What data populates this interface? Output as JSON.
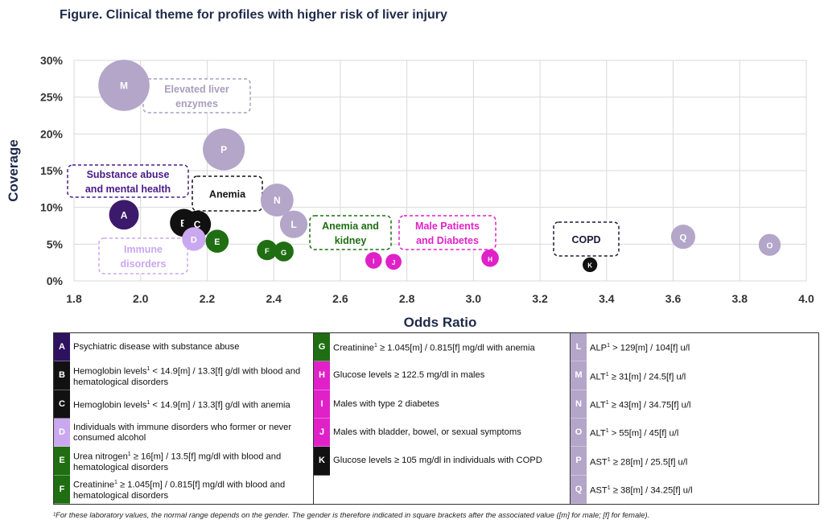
{
  "chart_data": {
    "type": "scatter",
    "title": "Figure. Clinical theme for profiles with higher risk of liver injury",
    "xlabel": "Odds Ratio",
    "ylabel": "Coverage",
    "xlim": [
      1.8,
      4.0
    ],
    "ylim": [
      0,
      30
    ],
    "xticks": [
      "1.8",
      "2.0",
      "2.2",
      "2.4",
      "2.6",
      "2.8",
      "3.0",
      "3.2",
      "3.4",
      "3.6",
      "3.8",
      "4.0"
    ],
    "yticks": [
      "0%",
      "5%",
      "10%",
      "15%",
      "20%",
      "25%",
      "30%"
    ],
    "grid": true,
    "points": [
      {
        "label": "A",
        "x": 1.95,
        "y": 9.0,
        "color": "#3c1a6b"
      },
      {
        "label": "B",
        "x": 2.13,
        "y": 7.9,
        "color": "#111111"
      },
      {
        "label": "C",
        "x": 2.17,
        "y": 7.7,
        "color": "#111111"
      },
      {
        "label": "D",
        "x": 2.16,
        "y": 5.7,
        "color": "#c9a8ef"
      },
      {
        "label": "E",
        "x": 2.23,
        "y": 5.4,
        "color": "#1f6e12"
      },
      {
        "label": "F",
        "x": 2.38,
        "y": 4.2,
        "color": "#1f6e12"
      },
      {
        "label": "G",
        "x": 2.43,
        "y": 4.0,
        "color": "#1f6e12"
      },
      {
        "label": "H",
        "x": 3.05,
        "y": 3.1,
        "color": "#e021c8"
      },
      {
        "label": "I",
        "x": 2.7,
        "y": 2.8,
        "color": "#e021c8"
      },
      {
        "label": "J",
        "x": 2.76,
        "y": 2.6,
        "color": "#e021c8"
      },
      {
        "label": "K",
        "x": 3.35,
        "y": 2.2,
        "color": "#111111"
      },
      {
        "label": "L",
        "x": 2.46,
        "y": 7.7,
        "color": "#b3a6c9"
      },
      {
        "label": "M",
        "x": 1.95,
        "y": 26.6,
        "color": "#b3a6c9"
      },
      {
        "label": "N",
        "x": 2.41,
        "y": 11.0,
        "color": "#b3a6c9"
      },
      {
        "label": "O",
        "x": 3.89,
        "y": 4.9,
        "color": "#b3a6c9"
      },
      {
        "label": "P",
        "x": 2.25,
        "y": 17.9,
        "color": "#b3a6c9"
      },
      {
        "label": "Q",
        "x": 3.63,
        "y": 6.0,
        "color": "#b3a6c9"
      }
    ],
    "annotations": [
      {
        "lines": [
          "Elevated liver",
          "enzymes"
        ],
        "color": "#a99dbd"
      },
      {
        "lines": [
          "Substance abuse",
          "and mental health"
        ],
        "color": "#4a1a86"
      },
      {
        "lines": [
          "Anemia"
        ],
        "color": "#111111"
      },
      {
        "lines": [
          "Anemia and",
          "kidney"
        ],
        "color": "#1f6e12"
      },
      {
        "lines": [
          "Male Patients",
          "and Diabetes"
        ],
        "color": "#e021c8"
      },
      {
        "lines": [
          "COPD"
        ],
        "color": "#1a1a3a"
      },
      {
        "lines": [
          "Immune",
          "disorders"
        ],
        "color": "#c9a8ef"
      }
    ]
  },
  "legend": {
    "columns": [
      [
        {
          "letter": "A",
          "color": "#2e1260",
          "html": "Psychiatric disease with substance abuse"
        },
        {
          "letter": "B",
          "color": "#111111",
          "html": "Hemoglobin levels<sup>1</sup> &lt; 14.9[m] / 13.3[f] g/dl with blood and hematological disorders"
        },
        {
          "letter": "C",
          "color": "#111111",
          "html": "Hemoglobin levels<sup>1</sup> &lt; 14.9[m] / 13.3[f] g/dl with anemia"
        },
        {
          "letter": "D",
          "color": "#c9a8ef",
          "html": "Individuals with immune disorders who former or never consumed alcohol"
        },
        {
          "letter": "E",
          "color": "#1f6e12",
          "html": "Urea nitrogen<sup>1</sup> ≥ 16[m] / 13.5[f] mg/dl with blood and hematological disorders"
        },
        {
          "letter": "F",
          "color": "#1f6e12",
          "html": "Creatinine<sup>1</sup> ≥ 1.045[m] / 0.815[f] mg/dl with blood and hematological disorders"
        }
      ],
      [
        {
          "letter": "G",
          "color": "#1f6e12",
          "html": "Creatinine<sup>1</sup> ≥ 1.045[m] / 0.815[f] mg/dl with anemia"
        },
        {
          "letter": "H",
          "color": "#e021c8",
          "html": "Glucose levels ≥ 122.5 mg/dl in males"
        },
        {
          "letter": "I",
          "color": "#e021c8",
          "html": "Males with type 2 diabetes"
        },
        {
          "letter": "J",
          "color": "#e021c8",
          "html": "Males with bladder, bowel, or sexual symptoms"
        },
        {
          "letter": "K",
          "color": "#111111",
          "html": "Glucose levels ≥ 105 mg/dl in individuals with COPD"
        },
        {
          "letter": "",
          "color": "#ffffff",
          "html": ""
        }
      ],
      [
        {
          "letter": "L",
          "color": "#b3a6c9",
          "html": "ALP<sup>1</sup> &gt; 129[m] / 104[f] u/l"
        },
        {
          "letter": "M",
          "color": "#b3a6c9",
          "html": "ALT<sup>1</sup> ≥ 31[m] / 24.5[f] u/l"
        },
        {
          "letter": "N",
          "color": "#b3a6c9",
          "html": "ALT<sup>1</sup> ≥ 43[m] / 34.75[f] u/l"
        },
        {
          "letter": "O",
          "color": "#b3a6c9",
          "html": "ALT<sup>1</sup> &gt; 55[m] / 45[f] u/l"
        },
        {
          "letter": "P",
          "color": "#b3a6c9",
          "html": "AST<sup>1</sup> ≥ 28[m] / 25.5[f] u/l"
        },
        {
          "letter": "Q",
          "color": "#b3a6c9",
          "html": "AST<sup>1</sup> ≥ 38[m] / 34.25[f] u/l"
        }
      ]
    ]
  },
  "footnote": "¹For these laboratory values, the normal range depends on the gender. The gender is therefore indicated in square brackets after the associated value ([m] for male; [f] for female)."
}
